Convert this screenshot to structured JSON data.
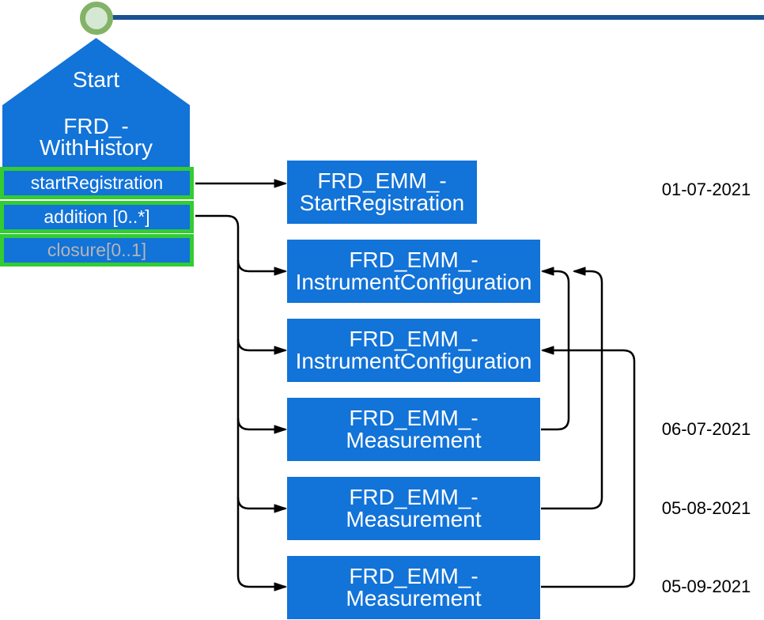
{
  "diagram": {
    "start_node": {
      "title": "Start",
      "type_lines": [
        "FRD_-",
        "WithHistory"
      ]
    },
    "ports": [
      {
        "label": "startRegistration",
        "state": "enabled"
      },
      {
        "label": "addition [0..*]",
        "state": "enabled"
      },
      {
        "label": "closure[0..1]",
        "state": "disabled"
      }
    ],
    "nodes": [
      {
        "lines": [
          "FRD_EMM_-",
          "StartRegistration"
        ]
      },
      {
        "lines": [
          "FRD_EMM_-",
          "InstrumentConfiguration"
        ]
      },
      {
        "lines": [
          "FRD_EMM_-",
          "InstrumentConfiguration"
        ]
      },
      {
        "lines": [
          "FRD_EMM_-",
          "Measurement"
        ]
      },
      {
        "lines": [
          "FRD_EMM_-",
          "Measurement"
        ]
      },
      {
        "lines": [
          "FRD_EMM_-",
          "Measurement"
        ]
      }
    ],
    "dates": [
      "01-07-2021",
      "06-07-2021",
      "05-08-2021",
      "05-09-2021"
    ],
    "colors": {
      "node_blue": "#1273d8",
      "port_border_green": "#33cc33",
      "timeline_blue": "#1a5291",
      "circle_fill": "#d5e8d4",
      "circle_border": "#82b366",
      "disabled_label_gray": "#b5b5b5",
      "connector_black": "#000000",
      "label_white": "#ffffff"
    }
  }
}
